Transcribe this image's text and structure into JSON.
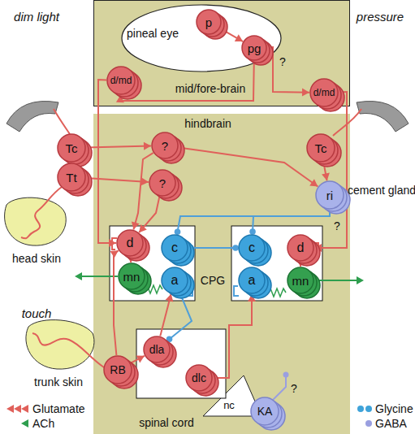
{
  "diagram": {
    "nodes": [
      {
        "text": [
          "mid/fore-brain"
        ]
      },
      {
        "text": [
          "pineal eye"
        ],
        "in": 0
      },
      {
        "text": [
          "p"
        ],
        "in": 1
      },
      {
        "text": [
          "pg"
        ],
        "in": 1
      },
      {
        "text": [
          "d/md"
        ],
        "in": 0
      },
      {
        "text": [
          "d/md"
        ],
        "in": 0
      },
      {
        "text": [
          "hindbrain",
          "spinal cord"
        ]
      },
      {
        "text": [
          "Tc"
        ]
      },
      {
        "text": [
          "?"
        ],
        "in": 6
      },
      {
        "text": [
          "Tc"
        ],
        "in": 6
      },
      {
        "text": [
          "Tt"
        ]
      },
      {
        "text": [
          "?"
        ],
        "in": 6
      },
      {
        "text": [
          "ri"
        ],
        "in": 6
      },
      {
        "text": [
          "d"
        ],
        "in": 6
      },
      {
        "text": [
          "c"
        ],
        "in": 6
      },
      {
        "text": [
          "mn"
        ],
        "in": 6
      },
      {
        "text": [
          "a"
        ],
        "in": 6
      },
      {
        "text": [
          "c"
        ],
        "in": 6
      },
      {
        "text": [
          "d"
        ],
        "in": 6
      },
      {
        "text": [
          "a"
        ],
        "in": 6
      },
      {
        "text": [
          "mn"
        ],
        "in": 6
      },
      {
        "text": [
          "RB"
        ],
        "in": 6
      },
      {
        "text": [
          "dla"
        ],
        "in": 6
      },
      {
        "text": [
          "dlc"
        ],
        "in": 6
      },
      {
        "text": [
          "nc"
        ],
        "in": 6
      },
      {
        "text": [
          "KA"
        ],
        "in": 6
      }
    ],
    "edges": [
      {
        "from": 2,
        "to": 3,
        "arrow": "to"
      },
      {
        "from": 3,
        "to": 4,
        "arrow": "to"
      },
      {
        "from": 3,
        "to": 5,
        "arrow": "to"
      },
      {
        "from": 4,
        "to": 13,
        "arrow": "to"
      },
      {
        "from": 5,
        "to": 18,
        "arrow": "to"
      },
      {
        "from": 7,
        "to": 8,
        "arrow": "to"
      },
      {
        "from": 10,
        "to": 11,
        "arrow": "to"
      },
      {
        "from": 8,
        "to": 12,
        "arrow": "to"
      },
      {
        "from": 9,
        "to": 12,
        "arrow": "to"
      },
      {
        "from": 8,
        "to": 13,
        "arrow": "to"
      },
      {
        "from": 11,
        "to": 13,
        "arrow": "to"
      },
      {
        "from": 12,
        "to": 14,
        "arrow": "to"
      },
      {
        "from": 12,
        "to": 17,
        "arrow": "to"
      },
      {
        "from": 14,
        "to": 17,
        "arrow": "both"
      },
      {
        "from": 13,
        "to": 15,
        "arrow": "to"
      },
      {
        "from": 18,
        "to": 20,
        "arrow": "to"
      },
      {
        "from": 21,
        "to": 13,
        "arrow": "to"
      },
      {
        "from": 21,
        "to": 22,
        "arrow": "to"
      },
      {
        "from": 22,
        "to": 16,
        "arrow": "to"
      },
      {
        "from": 23,
        "to": 19,
        "arrow": "to"
      },
      {
        "from": 16,
        "to": 22,
        "arrow": "to"
      }
    ],
    "labels": [
      "dim light",
      "pressure",
      "?",
      "cement gland",
      "?",
      "head skin",
      "CPG",
      "touch",
      "trunk skin",
      "?"
    ],
    "legend": [
      {
        "text": "Glutamate",
        "color": "#e0605a"
      },
      {
        "text": "ACh",
        "color": "#2e9e4e"
      },
      {
        "text": "Glycine",
        "color": "#3fa3d9"
      },
      {
        "text": "GABA",
        "color": "#9a9fe0"
      }
    ]
  }
}
